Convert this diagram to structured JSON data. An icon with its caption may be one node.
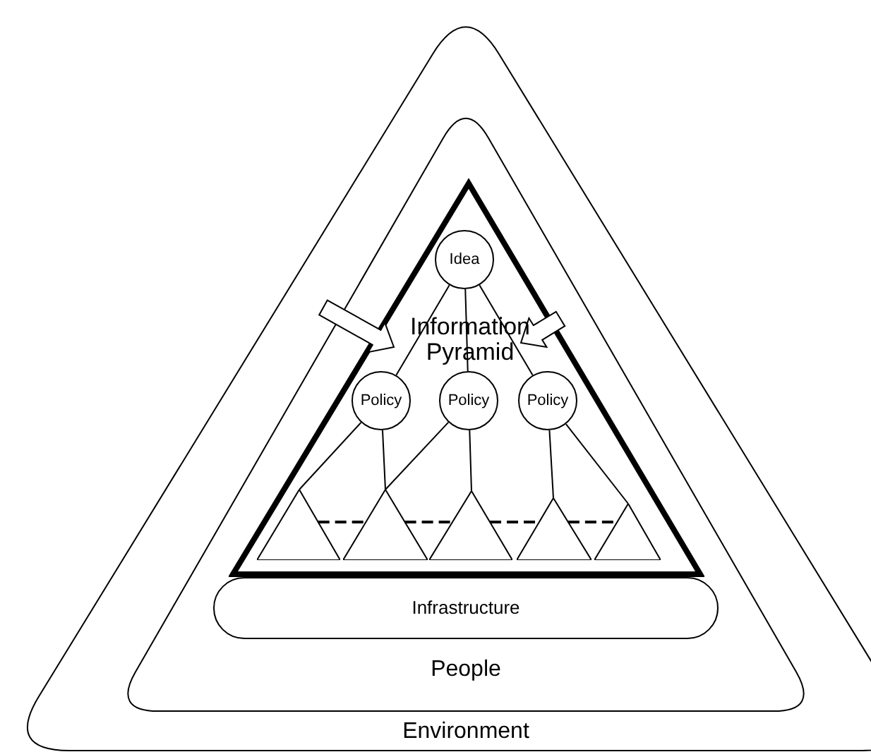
{
  "diagram": {
    "nodes": [
      {
        "text": [
          "Environment"
        ]
      },
      {
        "text": [
          "People"
        ],
        "in": 0
      },
      {
        "text": [
          "Information Pyramid"
        ],
        "in": 1
      },
      {
        "text": [
          "Infrastructure"
        ],
        "in": 1
      },
      {
        "text": [
          "Idea"
        ],
        "in": 2
      },
      {
        "text": [
          "Policy"
        ],
        "in": 2
      },
      {
        "text": [
          "Policy"
        ],
        "in": 2
      },
      {
        "text": [
          "Policy"
        ],
        "in": 2
      },
      {
        "text": [],
        "shape": "triangle",
        "in": 2
      },
      {
        "text": [],
        "shape": "triangle",
        "in": 2
      },
      {
        "text": [],
        "shape": "triangle",
        "in": 2
      },
      {
        "text": [],
        "shape": "triangle",
        "in": 2
      },
      {
        "text": [],
        "shape": "triangle",
        "in": 2
      }
    ],
    "edges": [
      {
        "from": 4,
        "to": 5,
        "arrow": "none"
      },
      {
        "from": 4,
        "to": 6,
        "arrow": "none"
      },
      {
        "from": 4,
        "to": 7,
        "arrow": "none"
      },
      {
        "from": 5,
        "to": 8,
        "arrow": "none"
      },
      {
        "from": 5,
        "to": 9,
        "arrow": "none"
      },
      {
        "from": 6,
        "to": 9,
        "arrow": "none"
      },
      {
        "from": 6,
        "to": 10,
        "arrow": "none"
      },
      {
        "from": 7,
        "to": 11,
        "arrow": "none"
      },
      {
        "from": 7,
        "to": 12,
        "arrow": "none"
      },
      {
        "from": 8,
        "to": 9,
        "arrow": "none",
        "style": "dashed"
      },
      {
        "from": 9,
        "to": 10,
        "arrow": "none",
        "style": "dashed"
      },
      {
        "from": 10,
        "to": 11,
        "arrow": "none",
        "style": "dashed"
      },
      {
        "from": 11,
        "to": 12,
        "arrow": "none",
        "style": "dashed"
      },
      {
        "from": 1,
        "to": 2,
        "arrow": "to",
        "style": "thick"
      },
      {
        "from": 1,
        "to": 2,
        "arrow": "to",
        "style": "thick"
      }
    ]
  }
}
